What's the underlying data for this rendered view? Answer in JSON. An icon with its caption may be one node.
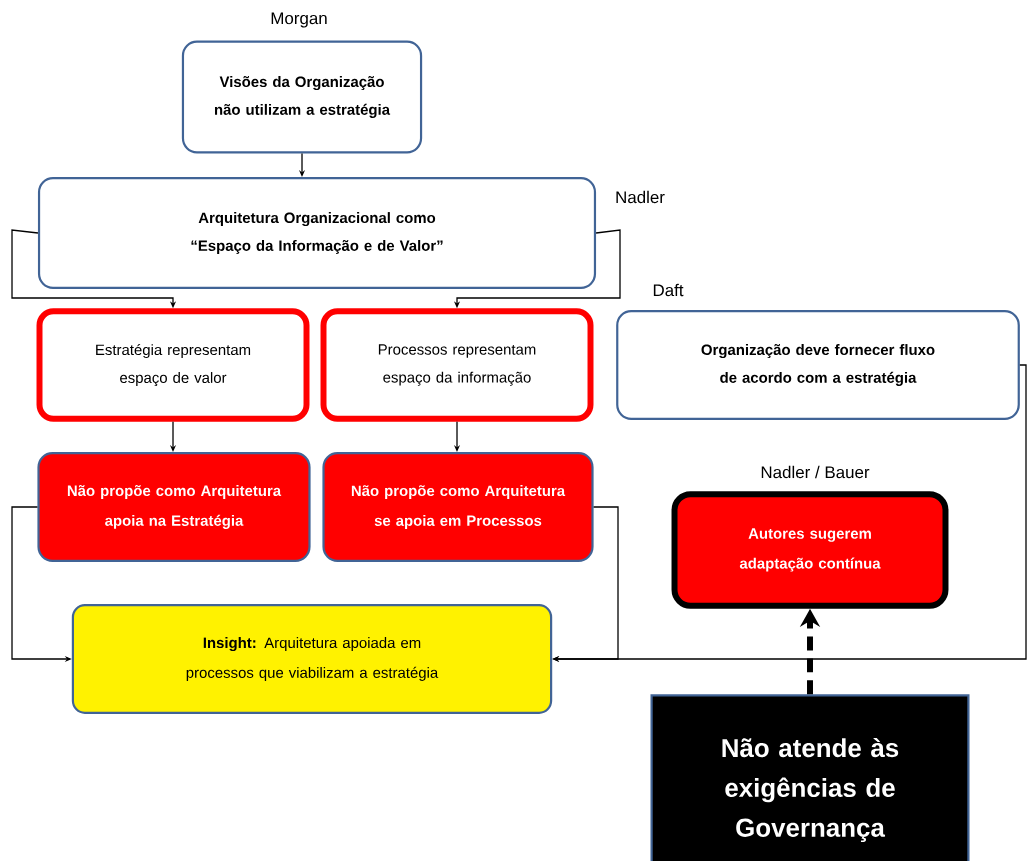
{
  "diagram": {
    "nodes": [
      {
        "text": [
          "Visões da Organização não utilizam a estratégia"
        ],
        "beside": [
          "Morgan"
        ]
      },
      {
        "text": [
          "Arquitetura Organizacional como “Espaço da Informação e de Valor”"
        ],
        "beside": [
          "Nadler"
        ]
      },
      {
        "text": [
          "Estratégia representam espaço de valor"
        ]
      },
      {
        "text": [
          "Processos representam espaço da informação"
        ]
      },
      {
        "text": [
          "Organização deve fornecer fluxo de acordo com a estratégia"
        ],
        "beside": [
          "Daft"
        ]
      },
      {
        "text": [
          "Não propõe como Arquitetura apoia na Estratégia"
        ]
      },
      {
        "text": [
          "Não propõe como Arquitetura se apoia em Processos"
        ]
      },
      {
        "text": [
          "Autores sugerem adaptação contínua"
        ],
        "beside": [
          "Nadler / Bauer"
        ]
      },
      {
        "text": [
          "**Insight:** Arquitetura apoiada em processos que viabilizam a estratégia"
        ]
      },
      {
        "text": [
          "Não atende às exigências de Governança"
        ]
      }
    ],
    "edges": [
      {
        "from": 0,
        "to": 1,
        "arrow": "to"
      },
      {
        "from": 1,
        "to": 2,
        "arrow": "to"
      },
      {
        "from": 1,
        "to": 3,
        "arrow": "to"
      },
      {
        "from": 2,
        "to": 5,
        "arrow": "to"
      },
      {
        "from": 3,
        "to": 6,
        "arrow": "to"
      },
      {
        "from": 5,
        "to": 8,
        "arrow": "to"
      },
      {
        "from": 6,
        "to": 8,
        "arrow": "to"
      },
      {
        "from": 4,
        "to": 8,
        "arrow": "to"
      },
      {
        "from": 9,
        "to": 7,
        "arrow": "to",
        "style": "dashed"
      }
    ]
  }
}
